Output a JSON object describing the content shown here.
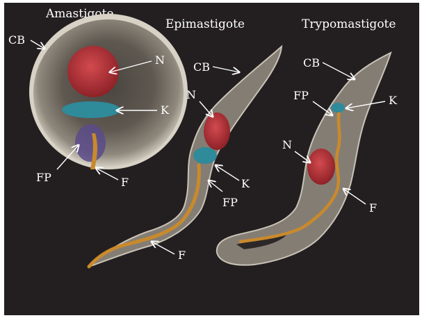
{
  "background_color": "#231f20",
  "stages": {
    "amastigote": {
      "title": "Amastigote",
      "labels": {
        "cb": "CB",
        "n": "N",
        "k": "K",
        "fp": "FP",
        "f": "F"
      }
    },
    "epimastigote": {
      "title": "Epimastigote",
      "labels": {
        "cb": "CB",
        "n": "N",
        "k": "K",
        "fp": "FP",
        "f": "F"
      }
    },
    "trypomastigote": {
      "title": "Trypomastigote",
      "labels": {
        "cb": "CB",
        "fp": "FP",
        "k": "K",
        "n": "N",
        "f": "F"
      }
    }
  },
  "colors": {
    "cell_body": "#9a948a",
    "nucleus": "#c0383e",
    "kinetoplast": "#2f8a9a",
    "flagellum": "#c98a2c",
    "flagellar_pocket": "#5b4b8a"
  }
}
